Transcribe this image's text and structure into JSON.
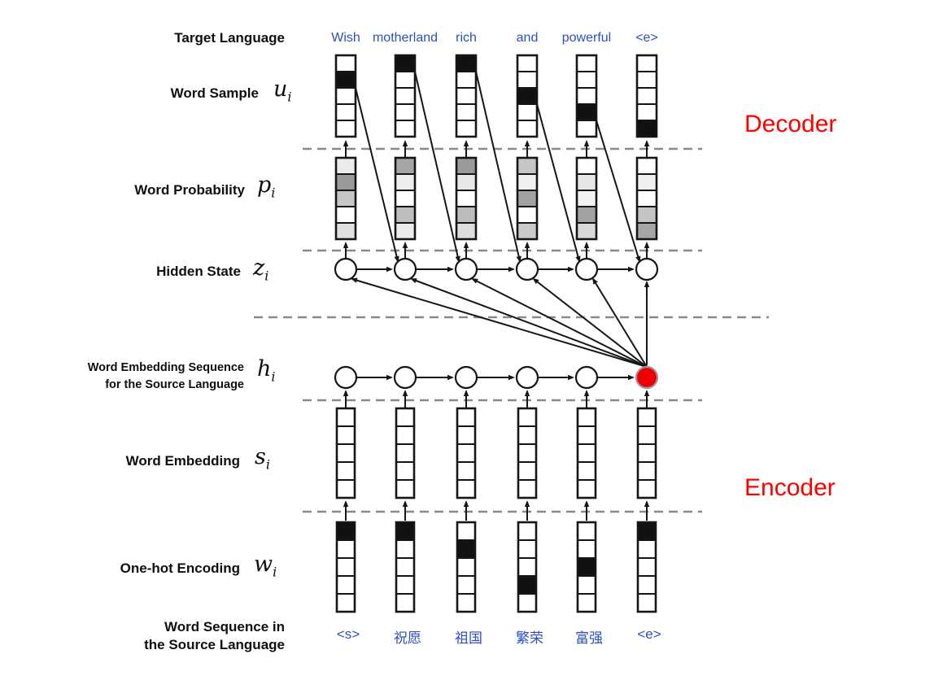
{
  "decoder_label": "Decoder",
  "encoder_label": "Encoder",
  "colors": {
    "label_red": "#ff0000",
    "word_blue": "#2e4fc2",
    "node_red": "#ee0000",
    "line_black": "#161616",
    "dash_gray": "#8a8a8a"
  },
  "target_language": {
    "label": "Target Language",
    "words": [
      "Wish",
      "motherland",
      "rich",
      "and",
      "powerful",
      "<e>"
    ]
  },
  "source_language": {
    "label_line1": "Word Sequence in",
    "label_line2": "the Source Language",
    "words": [
      "<s>",
      "祝愿",
      "祖国",
      "繁荣",
      "富强",
      "<e>"
    ]
  },
  "rows": {
    "word_sample": {
      "label": "Word Sample",
      "symbol": "u",
      "sub": "i"
    },
    "word_probability": {
      "label": "Word Probability",
      "symbol": "p",
      "sub": "i"
    },
    "hidden_state": {
      "label": "Hidden State",
      "symbol": "z",
      "sub": "i"
    },
    "embedding_sequence": {
      "label_line1": "Word Embedding Sequence",
      "label_line2": "for the Source Language",
      "symbol": "h",
      "sub": "i"
    },
    "word_embedding": {
      "label": "Word Embedding",
      "symbol": "s",
      "sub": "i"
    },
    "one_hot": {
      "label": "One-hot Encoding",
      "symbol": "w",
      "sub": "i"
    }
  },
  "diagram_data": {
    "num_columns": 6,
    "cells_per_vector": 5,
    "word_sample_black_index": [
      2,
      1,
      1,
      3,
      4,
      5
    ],
    "one_hot_black_index": [
      1,
      1,
      2,
      4,
      3,
      1
    ],
    "word_probability_shades": [
      [
        "#ececec",
        "#9a9a9a",
        "#c6c6c6",
        "#ffffff",
        "#e0e0e0"
      ],
      [
        "#a6a6a6",
        "#ededed",
        "#ffffff",
        "#bebebe",
        "#ececec"
      ],
      [
        "#9a9a9a",
        "#e8e8e8",
        "#ffffff",
        "#bcbcbc",
        "#dedede"
      ],
      [
        "#c6c6c6",
        "#efefef",
        "#a2a2a2",
        "#ffffff",
        "#cacaca"
      ],
      [
        "#ffffff",
        "#e6e6e6",
        "#f2f2f2",
        "#a2a2a2",
        "#d8d8d8"
      ],
      [
        "#ffffff",
        "#f0f0f0",
        "#ffffff",
        "#c4c4c4",
        "#a6a6a6"
      ]
    ],
    "encoder_context_node_index": 6,
    "attention_fan_count": 6
  }
}
